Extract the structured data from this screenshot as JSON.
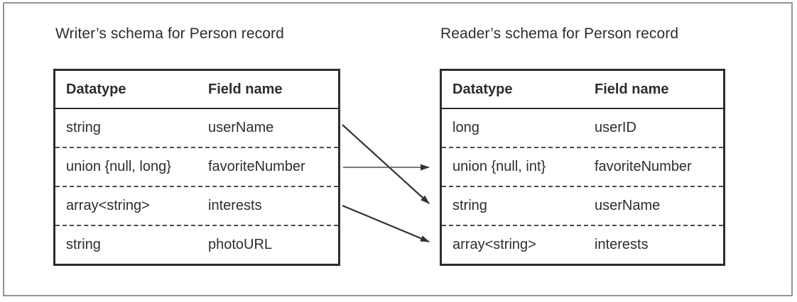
{
  "writer": {
    "title": "Writer’s schema for Person record",
    "columns": {
      "datatype": "Datatype",
      "field_name": "Field name"
    },
    "rows": [
      {
        "datatype": "string",
        "field": "userName"
      },
      {
        "datatype": "union {null, long}",
        "field": "favoriteNumber"
      },
      {
        "datatype": "array<string>",
        "field": "interests"
      },
      {
        "datatype": "string",
        "field": "photoURL"
      }
    ]
  },
  "reader": {
    "title": "Reader’s schema for Person record",
    "columns": {
      "datatype": "Datatype",
      "field_name": "Field name"
    },
    "rows": [
      {
        "datatype": "long",
        "field": "userID"
      },
      {
        "datatype": "union {null, int}",
        "field": "favoriteNumber"
      },
      {
        "datatype": "string",
        "field": "userName"
      },
      {
        "datatype": "array<string>",
        "field": "interests"
      }
    ]
  },
  "arrows": [
    {
      "from": "userName",
      "to": "userName"
    },
    {
      "from": "favoriteNumber",
      "to": "favoriteNumber"
    },
    {
      "from": "interests",
      "to": "interests"
    }
  ],
  "colors": {
    "ink": "#2d2d2d",
    "dashed_separator": "#4b4b4b",
    "outer_frame": "#949494",
    "arrow": "#333333"
  }
}
